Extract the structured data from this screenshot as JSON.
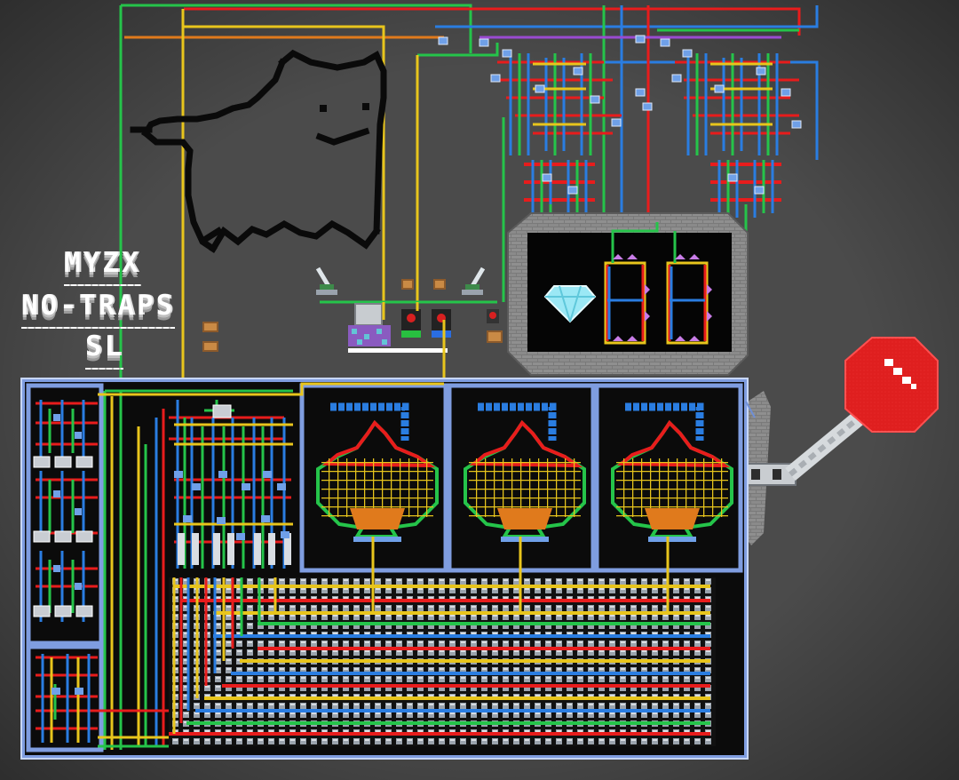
{
  "sign": {
    "line1": "MYZX",
    "line2": "NO-TRAPS",
    "line3": "SL"
  },
  "icons": {
    "pixel_cat_drawing": "pixel-cat-icon",
    "diamond_gem": "diamond-icon",
    "stop_sign_lever": "stop-sign-icon",
    "lever_left": "lever-icon",
    "lever_right": "lever-icon",
    "switch_red": "switch-icon",
    "switch_blue": "switch-icon",
    "timer_blocks": "timer-icon",
    "spade_displays": "spade-icon"
  },
  "colors": {
    "background": "#4d4d4d",
    "wire_red": "#e81c1c",
    "wire_blue": "#2a7de1",
    "wire_green": "#25c44a",
    "wire_yellow": "#e8c51c",
    "panel_border": "#6f8fd6",
    "stop_sign": "#e01010",
    "diamond": "#9be8f5"
  }
}
